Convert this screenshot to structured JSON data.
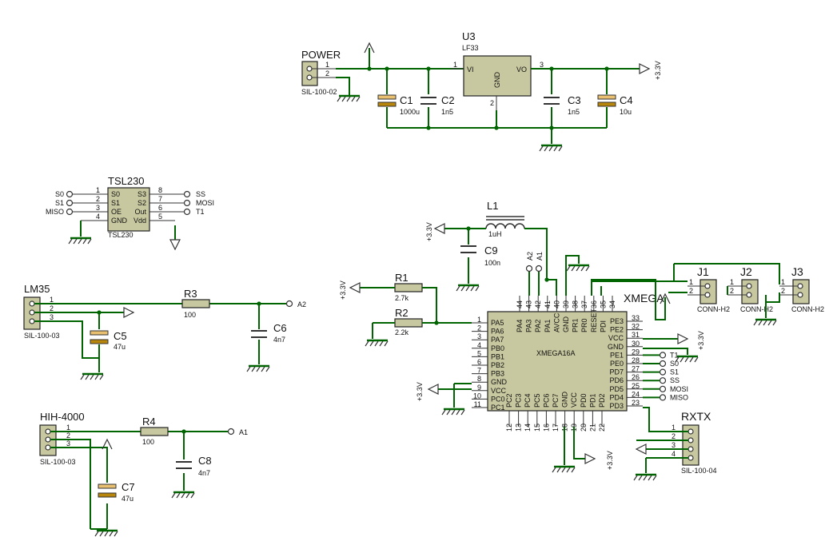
{
  "regulator": {
    "ref": "U3",
    "value": "LF33",
    "pin_vi": "VI",
    "pin_vo": "VO",
    "pin_gnd": "GND",
    "p1": "1",
    "p2": "2",
    "p3": "3"
  },
  "power": {
    "ref": "POWER",
    "value": "SIL-100-02",
    "p1": "1",
    "p2": "2"
  },
  "caps": {
    "c1": {
      "ref": "C1",
      "value": "1000u"
    },
    "c2": {
      "ref": "C2",
      "value": "1n5"
    },
    "c3": {
      "ref": "C3",
      "value": "1n5"
    },
    "c4": {
      "ref": "C4",
      "value": "10u"
    },
    "c5": {
      "ref": "C5",
      "value": "47u"
    },
    "c6": {
      "ref": "C6",
      "value": "4n7"
    },
    "c7": {
      "ref": "C7",
      "value": "47u"
    },
    "c8": {
      "ref": "C8",
      "value": "4n7"
    },
    "c9": {
      "ref": "C9",
      "value": "100n"
    }
  },
  "rails": {
    "v33": "+3.3V"
  },
  "tsl": {
    "ref": "TSL230",
    "value": "TSL230",
    "left_pins": [
      {
        "num": "1",
        "name": "S0",
        "net": "S0"
      },
      {
        "num": "2",
        "name": "S1",
        "net": "S1"
      },
      {
        "num": "3",
        "name": "OE",
        "net": "MISO"
      },
      {
        "num": "4",
        "name": "GND",
        "net": ""
      }
    ],
    "right_pins": [
      {
        "num": "8",
        "name": "S3",
        "net": "SS"
      },
      {
        "num": "7",
        "name": "S2",
        "net": "MOSI"
      },
      {
        "num": "6",
        "name": "Out",
        "net": "T1"
      },
      {
        "num": "5",
        "name": "Vdd",
        "net": ""
      }
    ]
  },
  "lm35": {
    "ref": "LM35",
    "value": "SIL-100-03",
    "p1": "1",
    "p2": "2",
    "p3": "3"
  },
  "r3": {
    "ref": "R3",
    "value": "100"
  },
  "a2": "A2",
  "hih": {
    "ref": "HIH-4000",
    "value": "SIL-100-03",
    "p1": "1",
    "p2": "2",
    "p3": "3"
  },
  "r4": {
    "ref": "R4",
    "value": "100"
  },
  "a1": "A1",
  "l1": {
    "ref": "L1",
    "value": "1uH"
  },
  "r1": {
    "ref": "R1",
    "value": "2.7k"
  },
  "r2": {
    "ref": "R2",
    "value": "2.2k"
  },
  "mcu": {
    "name": "XMEGA16A",
    "left_pins": [
      {
        "num": "1",
        "name": "PA5"
      },
      {
        "num": "2",
        "name": "PA6"
      },
      {
        "num": "3",
        "name": "PA7"
      },
      {
        "num": "4",
        "name": "PB0"
      },
      {
        "num": "5",
        "name": "PB1"
      },
      {
        "num": "6",
        "name": "PB2"
      },
      {
        "num": "7",
        "name": "PB3"
      },
      {
        "num": "8",
        "name": "GND"
      },
      {
        "num": "9",
        "name": "VCC"
      },
      {
        "num": "10",
        "name": "PC0"
      },
      {
        "num": "11",
        "name": "PC1"
      }
    ],
    "right_pins": [
      {
        "num": "33",
        "name": "PE3"
      },
      {
        "num": "32",
        "name": "PE2"
      },
      {
        "num": "31",
        "name": "VCC"
      },
      {
        "num": "30",
        "name": "GND"
      },
      {
        "num": "29",
        "name": "PE1"
      },
      {
        "num": "28",
        "name": "PE0"
      },
      {
        "num": "27",
        "name": "PD7"
      },
      {
        "num": "26",
        "name": "PD6"
      },
      {
        "num": "25",
        "name": "PD5"
      },
      {
        "num": "24",
        "name": "PD4"
      },
      {
        "num": "23",
        "name": "PD3"
      }
    ],
    "top_pins": [
      {
        "num": "44",
        "name": "PA4"
      },
      {
        "num": "43",
        "name": "PA3"
      },
      {
        "num": "42",
        "name": "PA2"
      },
      {
        "num": "41",
        "name": "PA1"
      },
      {
        "num": "40",
        "name": "AVCC"
      },
      {
        "num": "39",
        "name": "GND"
      },
      {
        "num": "38",
        "name": "PR1"
      },
      {
        "num": "37",
        "name": "PR0"
      },
      {
        "num": "36",
        "name": "RESET"
      },
      {
        "num": "35",
        "name": "PDI"
      },
      {
        "num": "34",
        "name": ""
      }
    ],
    "bottom_pins": [
      {
        "num": "12",
        "name": "PC2"
      },
      {
        "num": "13",
        "name": "PC3"
      },
      {
        "num": "14",
        "name": "PC4"
      },
      {
        "num": "15",
        "name": "PC5"
      },
      {
        "num": "16",
        "name": "PC6"
      },
      {
        "num": "17",
        "name": "PC7"
      },
      {
        "num": "18",
        "name": "GND"
      },
      {
        "num": "19",
        "name": "VCC"
      },
      {
        "num": "20",
        "name": "PD0"
      },
      {
        "num": "21",
        "name": "PD1"
      },
      {
        "num": "22",
        "name": "PD2"
      }
    ],
    "right_nets": [
      "T1",
      "S0",
      "S1",
      "SS",
      "MOSI",
      "MISO"
    ],
    "top_nets": [
      "A2",
      "A1"
    ]
  },
  "xmega_label": "XMEGA",
  "j1": {
    "ref": "J1",
    "value": "CONN-H2",
    "p1": "1",
    "p2": "2"
  },
  "j2": {
    "ref": "J2",
    "value": "CONN-H2",
    "p1": "1",
    "p2": "2"
  },
  "j3": {
    "ref": "J3",
    "value": "CONN-H2",
    "p1": "1",
    "p2": "2"
  },
  "rxtx": {
    "ref": "RXTX",
    "value": "SIL-100-04",
    "pins": [
      "1",
      "2",
      "3",
      "4"
    ]
  }
}
